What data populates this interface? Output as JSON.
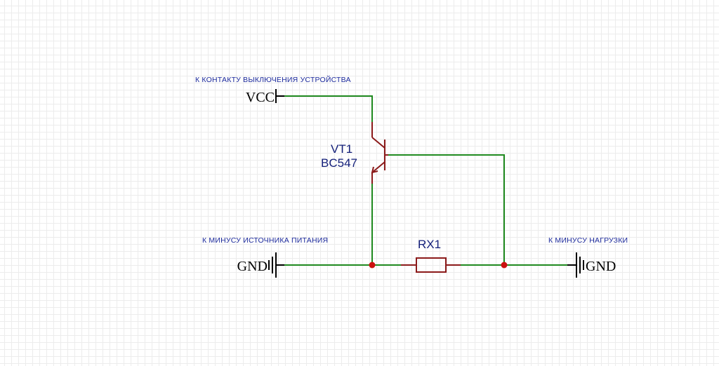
{
  "notes": {
    "vcc_note": "К КОНТАКТУ ВЫКЛЮЧЕНИЯ УСТРОЙСТВА",
    "gnd_source_note": "К МИНУСУ ИСТОЧНИКА ПИТАНИЯ",
    "gnd_load_note": "К МИНУСУ НАГРУЗКИ"
  },
  "ports": {
    "vcc": "VCC",
    "gnd_left": "GND",
    "gnd_right": "GND"
  },
  "transistor": {
    "designator": "VT1",
    "part": "BC547"
  },
  "resistor": {
    "designator": "RX1"
  },
  "colors": {
    "wire": "#1f8a1f",
    "component": "#8b1a1a",
    "junction": "#cc1010",
    "annotation": "#1c2a9c"
  }
}
